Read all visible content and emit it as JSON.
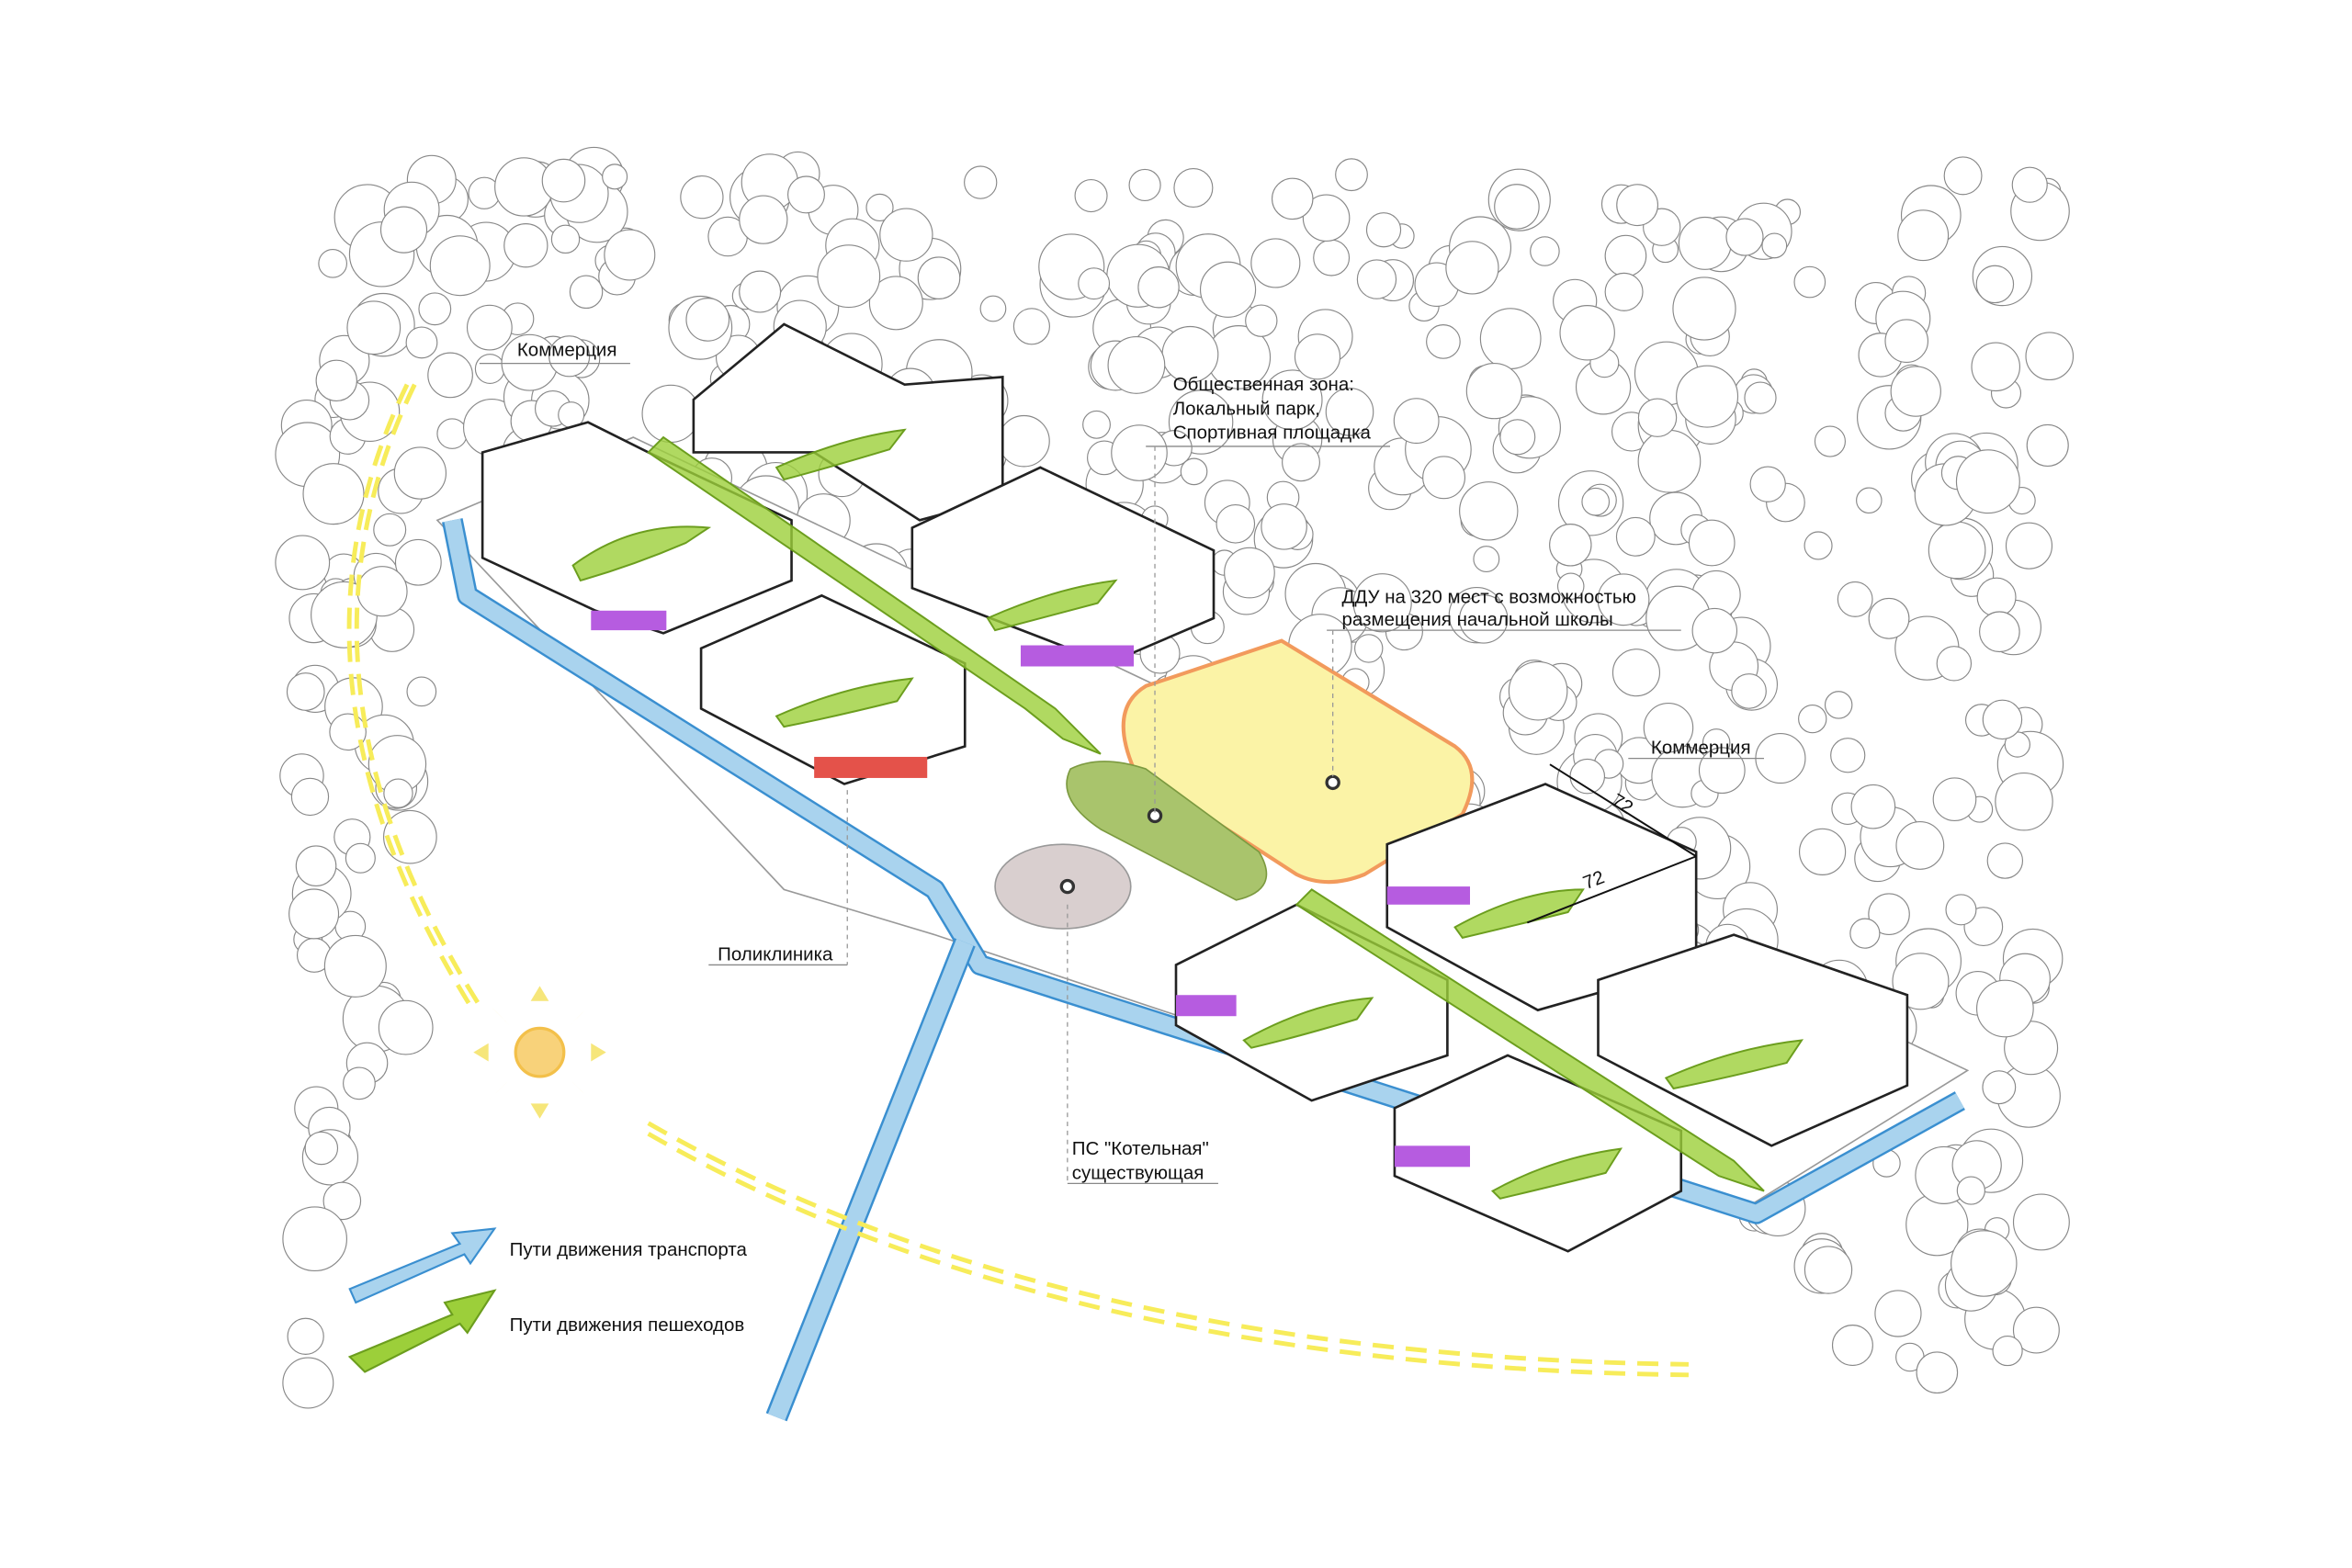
{
  "labels": {
    "commerce_1": "Коммерция",
    "commerce_2": "Коммерция",
    "public_zone": [
      "Общественная зона:",
      "Локальный парк,",
      "Спортивная площадка"
    ],
    "kindergarten": [
      "ДДУ на 320 мест с возможностью",
      "размещения начальной школы"
    ],
    "clinic": "Поликлиника",
    "substation": [
      "ПС \"Котельная\"",
      "существующая"
    ],
    "dimension_1": "72",
    "dimension_2": "72"
  },
  "legend": {
    "transport": "Пути движения транспорта",
    "pedestrian": "Пути движения пешеходов"
  },
  "colors": {
    "road": "#a9d3ee",
    "road_edge": "#3a8fd0",
    "pedestrian": "#9ccf3a",
    "pedestrian_edge": "#6c9e1e",
    "kindergarten_fill": "#fbf3a6",
    "kindergarten_edge": "#f29a5c",
    "park": "#a9c46c",
    "commercial": "#b65ce0",
    "clinic_ground": "#e4524a",
    "sun": "#f8d27a",
    "sun_path": "#f7ec5a"
  }
}
